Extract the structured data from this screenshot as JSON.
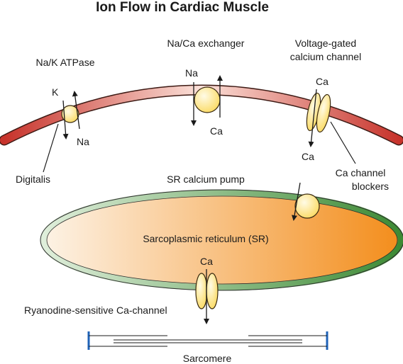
{
  "title": "Ion Flow in Cardiac Muscle",
  "labels": {
    "na_k_atpase": "Na/K ATPase",
    "k": "K",
    "na_left": "Na",
    "digitalis": "Digitalis",
    "na_ca_exchanger": "Na/Ca exchanger",
    "na_top": "Na",
    "ca_exchanger": "Ca",
    "voltage_gated_line1": "Voltage-gated",
    "voltage_gated_line2": "calcium channel",
    "ca_vg_top": "Ca",
    "ca_vg_bottom": "Ca",
    "blockers_line1": "Ca channel",
    "blockers_line2": "blockers",
    "sr_pump": "SR calcium pump",
    "sr": "Sarcoplasmic reticulum (SR)",
    "ca_ryr": "Ca",
    "ryanodine": "Ryanodine-sensitive Ca-channel",
    "sarcomere": "Sarcomere"
  },
  "colors": {
    "membrane_dark": "#c7332b",
    "membrane_light": "#fbe1d9",
    "sr_fill_left": "#fdf3e6",
    "sr_fill_right": "#f38d1b",
    "sr_border_left": "#dfeeda",
    "sr_border_right": "#3c8a34",
    "transporter_fill": "#fbd85a",
    "sarcomere_blue": "#1f63b8"
  }
}
